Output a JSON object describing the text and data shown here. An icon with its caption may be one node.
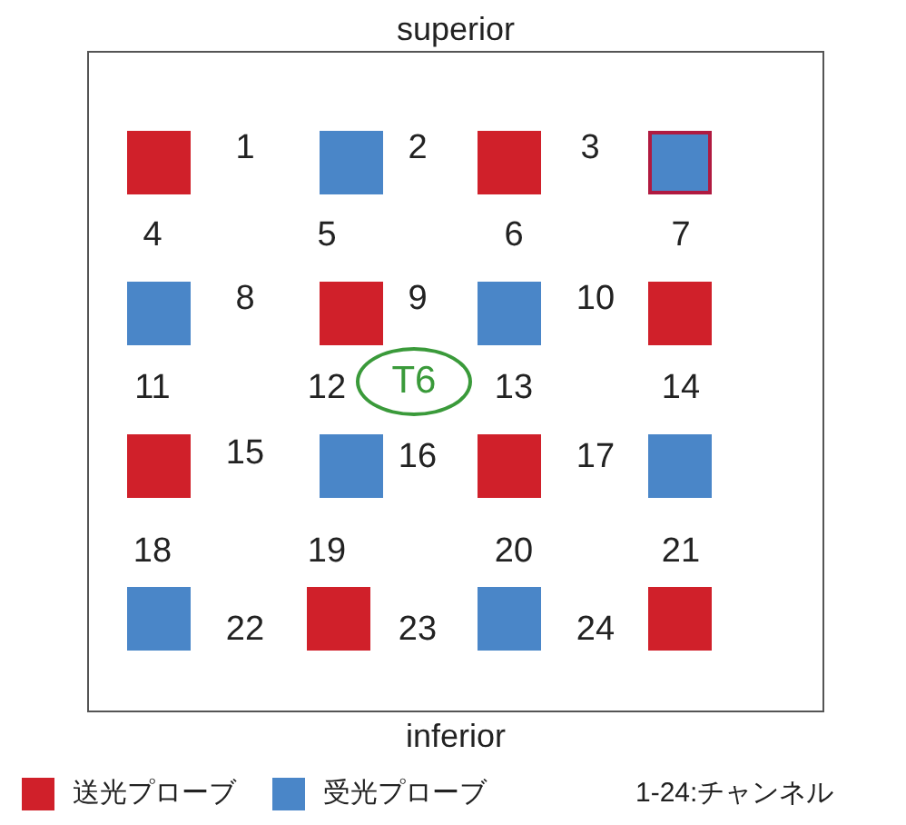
{
  "diagram": {
    "nodes": [
      {
        "text": [
          "superior",
          "inferior"
        ]
      },
      {
        "text": [
          "T6"
        ],
        "in": 0
      },
      {
        "text": [],
        "shape": "box",
        "in": 0
      },
      {
        "text": [],
        "shape": "box",
        "in": 0
      },
      {
        "text": [],
        "shape": "box",
        "in": 0
      },
      {
        "text": [],
        "shape": "box",
        "in": 0
      },
      {
        "text": [],
        "shape": "box",
        "in": 0
      },
      {
        "text": [],
        "shape": "box",
        "in": 0
      },
      {
        "text": [],
        "shape": "box",
        "in": 0
      },
      {
        "text": [],
        "shape": "box",
        "in": 0
      },
      {
        "text": [],
        "shape": "box",
        "in": 0
      },
      {
        "text": [],
        "shape": "box",
        "in": 0
      },
      {
        "text": [],
        "shape": "box",
        "in": 0
      },
      {
        "text": [],
        "shape": "box",
        "in": 0
      },
      {
        "text": [],
        "shape": "box",
        "in": 0
      },
      {
        "text": [],
        "shape": "box",
        "in": 0
      },
      {
        "text": [],
        "shape": "box",
        "in": 0
      },
      {
        "text": [],
        "shape": "box",
        "in": 0
      }
    ],
    "labels": [
      "1",
      "2",
      "3",
      "4",
      "5",
      "6",
      "7",
      "8",
      "9",
      "10",
      "11",
      "12",
      "13",
      "14",
      "15",
      "16",
      "17",
      "18",
      "19",
      "20",
      "21",
      "22",
      "23",
      "24",
      "1-24:チャンネル"
    ],
    "legend": [
      {
        "text": "送光プローブ",
        "color": "#d0202a"
      },
      {
        "text": "受光プローブ",
        "color": "#4a86c8"
      }
    ]
  }
}
